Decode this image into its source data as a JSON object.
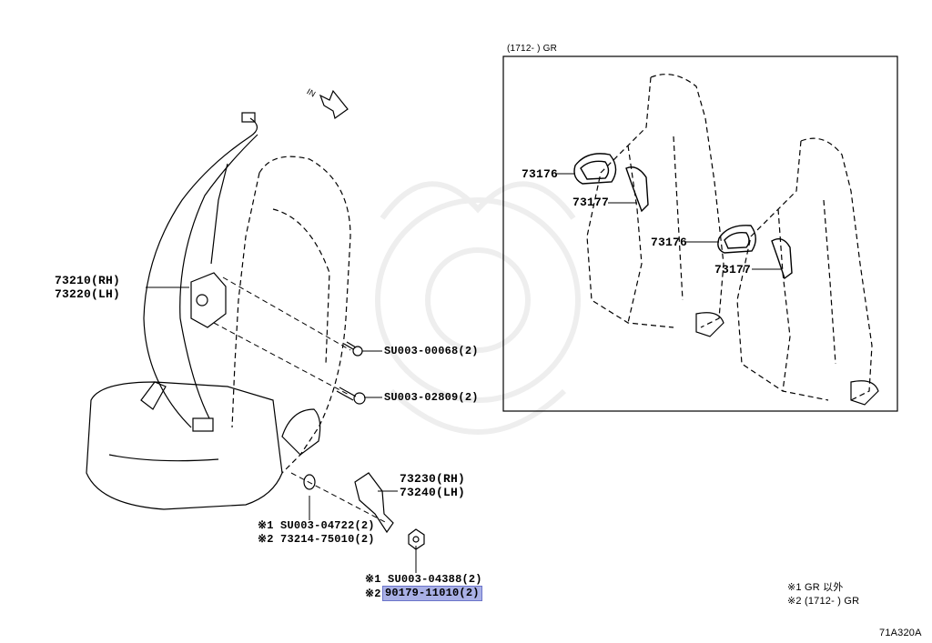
{
  "inset": {
    "caption": "(1712-      ) GR"
  },
  "direction": {
    "text": "IN"
  },
  "parts": {
    "belt_rh": "73210(RH)",
    "belt_lh": "73220(LH)",
    "bolt_a": "SU003-00068(2)",
    "bolt_b": "SU003-02809(2)",
    "buckle_rh": "73230(RH)",
    "buckle_lh": "73240(LH)",
    "washer_1": "※1  SU003-04722(2)",
    "washer_2": "※2  73214-75010(2)",
    "nut_1": "※1  SU003-04388(2)",
    "nut_2_mark": "※2",
    "nut_2": "90179-11010(2)",
    "guide_a1": "73176",
    "guide_b1": "73177",
    "guide_a2": "73176",
    "guide_b2": "73177"
  },
  "legend": {
    "note_1": "※1  GR 以外",
    "note_2": "※2  (1712-      ) GR"
  },
  "figure_code": "71A320A",
  "colors": {
    "highlight": "#a9b0e6",
    "line": "#000000"
  }
}
